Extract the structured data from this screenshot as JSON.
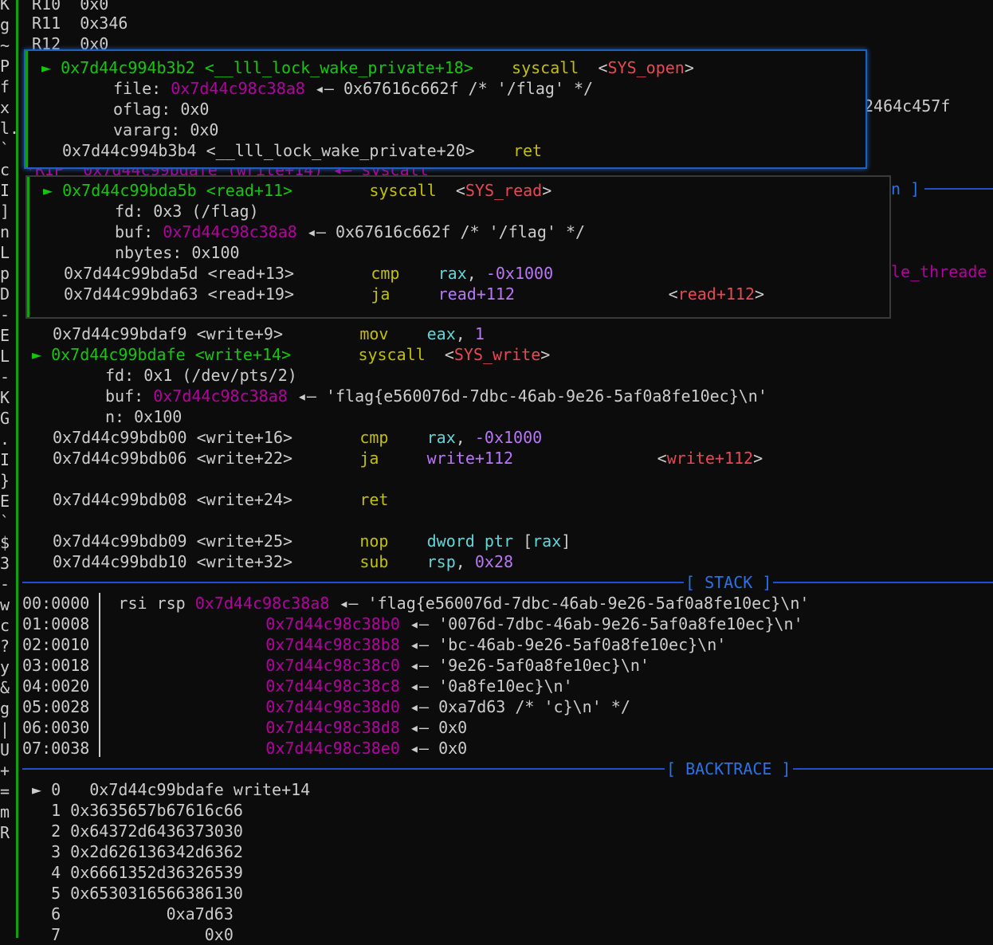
{
  "left_strip": [
    "K",
    "g",
    "~",
    "P",
    "f",
    "x",
    "l.",
    "`",
    "c",
    "I",
    "]",
    "n",
    "L",
    "p",
    "D",
    "-",
    "E",
    "L",
    "-",
    "K",
    "G",
    ".",
    "I",
    "}",
    "E",
    "`",
    "$",
    "3",
    "-",
    "w",
    "c",
    "?",
    "y",
    "&",
    "g",
    "|",
    "U",
    "+",
    "=",
    "m",
    "R"
  ],
  "registers": [
    {
      "name": "R10",
      "value": "0x0"
    },
    {
      "name": "R11",
      "value": "0x346"
    },
    {
      "name": "R12",
      "value": "0x0"
    }
  ],
  "bg_fragments": {
    "rip_line": "*RIP  0x7d44c99bdafe (write+14) ◂— syscall",
    "open_hex": "2464c457f",
    "read_bracket": "n ]",
    "read_thread": "le_threade"
  },
  "popup_open": {
    "line1": {
      "marker": "►",
      "addr": "0x7d44c994b3b2",
      "sym": "<__lll_lock_wake_private+18>",
      "op": "syscall",
      "lt": "<",
      "call": "SYS_open",
      "gt": ">"
    },
    "args": [
      {
        "name": "file",
        "addr": "0x7d44c98c38a8",
        "rest": "◂— 0x67616c662f /* '/flag' */"
      },
      {
        "name": "oflag",
        "value": "0x0"
      },
      {
        "name": "vararg",
        "value": "0x0"
      }
    ],
    "line2": {
      "addr": "0x7d44c994b3b4",
      "sym": "<__lll_lock_wake_private+20>",
      "op": "ret"
    }
  },
  "popup_read": {
    "line1": {
      "marker": "►",
      "addr": "0x7d44c99bda5b",
      "sym": "<read+11>",
      "op": "syscall",
      "lt": "<",
      "call": "SYS_read",
      "gt": ">"
    },
    "args": [
      {
        "name": "fd",
        "value": "0x3 (/flag)"
      },
      {
        "name": "buf",
        "addr": "0x7d44c98c38a8",
        "rest": "◂— 0x67616c662f /* '/flag' */"
      },
      {
        "name": "nbytes",
        "value": "0x100"
      }
    ],
    "line2": {
      "addr": "0x7d44c99bda5d",
      "sym": "<read+13>",
      "op": "cmp",
      "reg": "rax",
      "sep": ", ",
      "imm": "-0x1000"
    },
    "line3": {
      "addr": "0x7d44c99bda63",
      "sym": "<read+19>",
      "op": "ja",
      "target": "read+112",
      "lt": "<",
      "target2": "read+112",
      "gt": ">"
    }
  },
  "disasm": {
    "l1": {
      "addr": "0x7d44c99bdaf9",
      "sym": "<write+9>",
      "op": "mov",
      "reg": "eax",
      "sep": ", ",
      "imm": "1"
    },
    "l2": {
      "marker": "►",
      "addr": "0x7d44c99bdafe",
      "sym": "<write+14>",
      "op": "syscall",
      "lt": "<",
      "call": "SYS_write",
      "gt": ">"
    },
    "args": [
      {
        "name": "fd",
        "value": "0x1 (/dev/pts/2)"
      },
      {
        "name": "buf",
        "addr": "0x7d44c98c38a8",
        "rest": "◂— 'flag{e560076d-7dbc-46ab-9e26-5af0a8fe10ec}\\n'"
      },
      {
        "name": "n",
        "value": "0x100"
      }
    ],
    "l3": {
      "addr": "0x7d44c99bdb00",
      "sym": "<write+16>",
      "op": "cmp",
      "reg": "rax",
      "sep": ", ",
      "imm": "-0x1000"
    },
    "l4": {
      "addr": "0x7d44c99bdb06",
      "sym": "<write+22>",
      "op": "ja",
      "target": "write+112",
      "lt": "<",
      "target2": "write+112",
      "gt": ">"
    },
    "l5": {
      "addr": "0x7d44c99bdb08",
      "sym": "<write+24>",
      "op": "ret"
    },
    "l6": {
      "addr": "0x7d44c99bdb09",
      "sym": "<write+25>",
      "op": "nop",
      "kw": "dword ptr",
      "lb": "[",
      "reg": "rax",
      "rb": "]"
    },
    "l7": {
      "addr": "0x7d44c99bdb10",
      "sym": "<write+32>",
      "op": "sub",
      "reg": "rsp",
      "sep": ", ",
      "imm": "0x28"
    }
  },
  "stack_section": {
    "label": "[ STACK ]"
  },
  "stack": [
    {
      "idx": "00:0000",
      "regs": "rsi rsp",
      "addr": "0x7d44c98c38a8",
      "arrow": "◂—",
      "val": "'flag{e560076d-7dbc-46ab-9e26-5af0a8fe10ec}\\n'"
    },
    {
      "idx": "01:0008",
      "regs": "",
      "addr": "0x7d44c98c38b0",
      "arrow": "◂—",
      "val": "'0076d-7dbc-46ab-9e26-5af0a8fe10ec}\\n'"
    },
    {
      "idx": "02:0010",
      "regs": "",
      "addr": "0x7d44c98c38b8",
      "arrow": "◂—",
      "val": "'bc-46ab-9e26-5af0a8fe10ec}\\n'"
    },
    {
      "idx": "03:0018",
      "regs": "",
      "addr": "0x7d44c98c38c0",
      "arrow": "◂—",
      "val": "'9e26-5af0a8fe10ec}\\n'"
    },
    {
      "idx": "04:0020",
      "regs": "",
      "addr": "0x7d44c98c38c8",
      "arrow": "◂—",
      "val": "'0a8fe10ec}\\n'"
    },
    {
      "idx": "05:0028",
      "regs": "",
      "addr": "0x7d44c98c38d0",
      "arrow": "◂—",
      "val": "0xa7d63 /* 'c}\\n' */"
    },
    {
      "idx": "06:0030",
      "regs": "",
      "addr": "0x7d44c98c38d8",
      "arrow": "◂—",
      "val": "0x0"
    },
    {
      "idx": "07:0038",
      "regs": "",
      "addr": "0x7d44c98c38e0",
      "arrow": "◂—",
      "val": "0x0"
    }
  ],
  "backtrace_section": {
    "label": "[ BACKTRACE ]"
  },
  "backtrace": [
    "► 0   0x7d44c99bdafe write+14",
    "  1 0x3635657b67616c66",
    "  2 0x64372d6436373030",
    "  3 0x2d626136342d6362",
    "  4 0x6661352d36326539",
    "  5 0x6530316566386130",
    "  6           0xa7d63",
    "  7               0x0"
  ]
}
